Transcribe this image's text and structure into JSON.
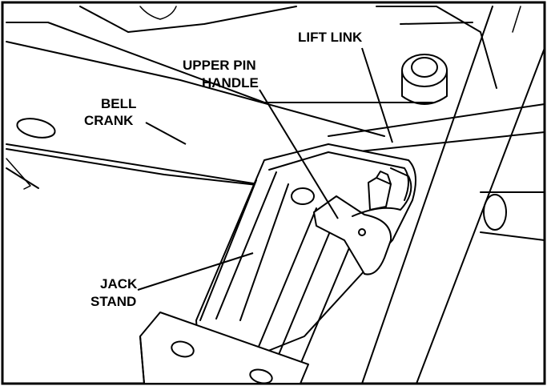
{
  "labels": {
    "lift_link": "LIFT LINK",
    "upper_pin_handle_line1": "UPPER PIN",
    "upper_pin_handle_line2": "HANDLE",
    "bell_crank_line1": "BELL",
    "bell_crank_line2": "CRANK",
    "jack_stand_line1": "JACK",
    "jack_stand_line2": "STAND"
  }
}
